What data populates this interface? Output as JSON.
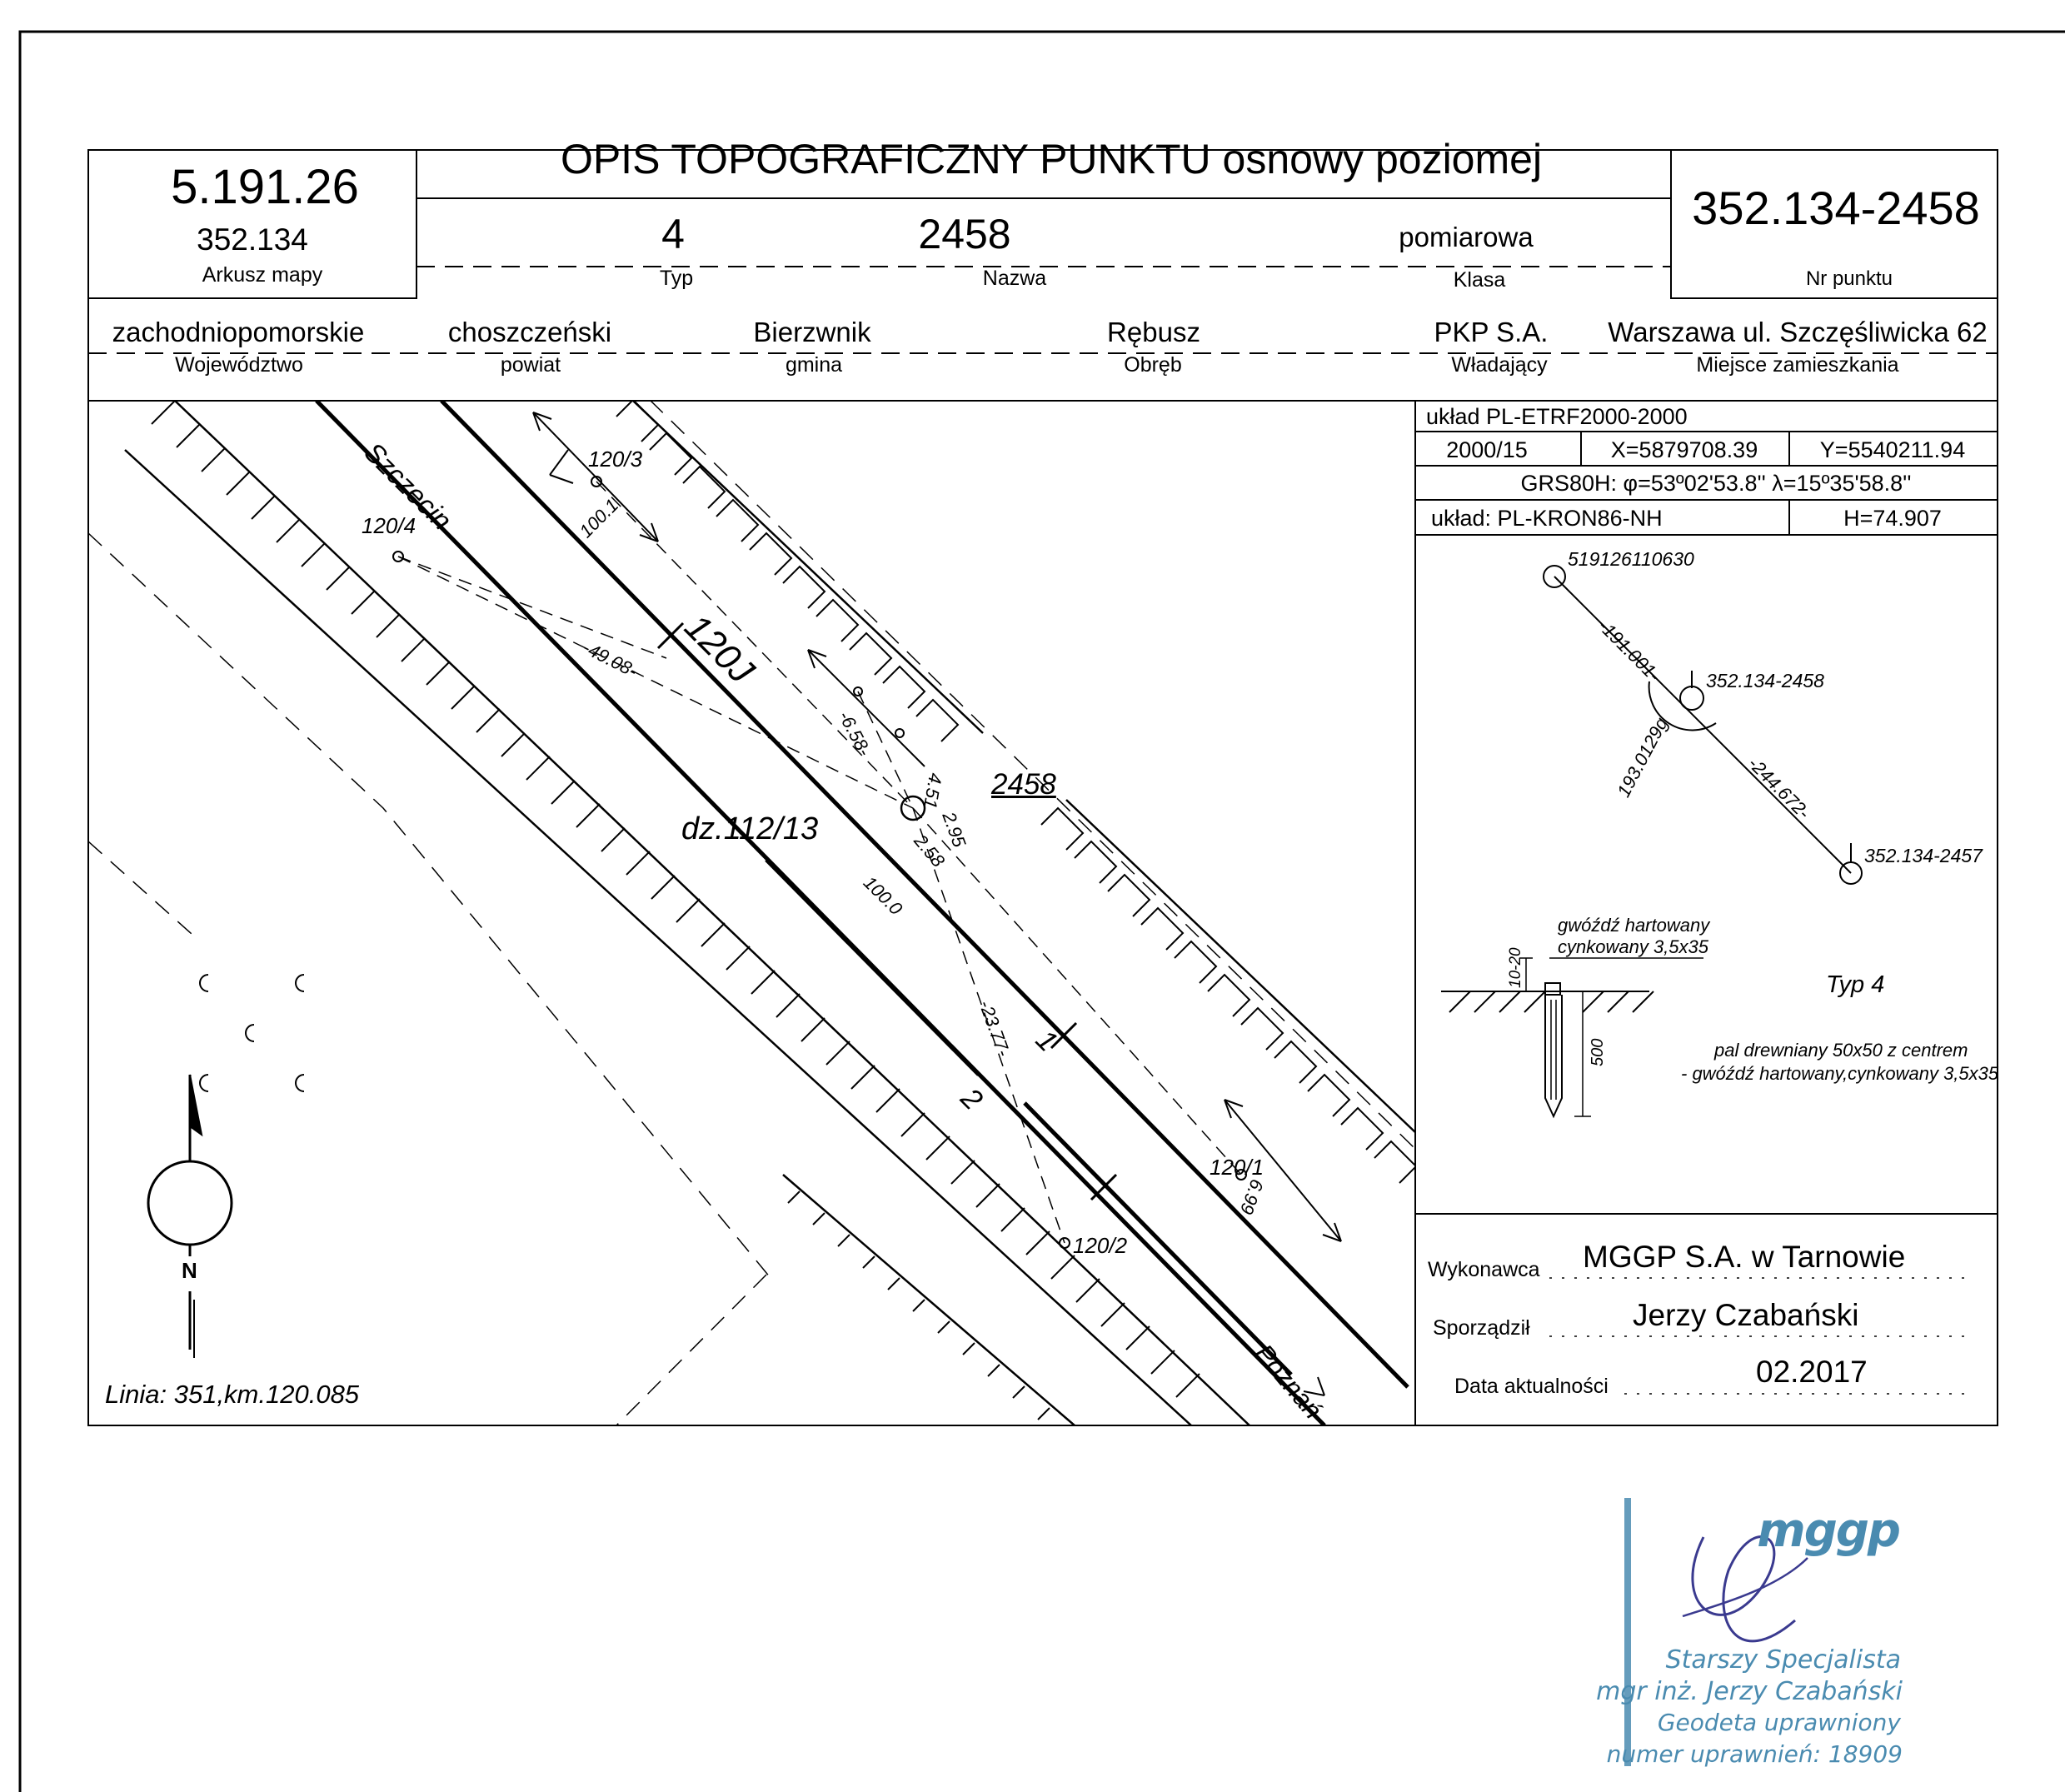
{
  "header": {
    "title": "OPIS TOPOGRAFICZNY PUNKTU osnowy poziomej",
    "sheet_code": "5.191.26",
    "sheet_sub": "352.134",
    "sheet_label": "Arkusz mapy",
    "point_number": "352.134-2458",
    "point_number_label": "Nr punktu",
    "type_value": "4",
    "type_label": "Typ",
    "name_value": "2458",
    "name_label": "Nazwa",
    "class_value": "pomiarowa",
    "class_label": "Klasa"
  },
  "location": {
    "voivodeship": "zachodniopomorskie",
    "voivodeship_label": "Województwo",
    "county": "choszczeński",
    "county_label": "powiat",
    "commune": "Bierzwnik",
    "commune_label": "gmina",
    "precinct": "Rębusz",
    "precinct_label": "Obręb",
    "owner": "PKP S.A.",
    "owner_label": "Władający",
    "residence": "Warszawa ul. Szczęśliwicka 62",
    "residence_label": "Miejsce zamieszkania"
  },
  "coordinates": {
    "system": "układ PL-ETRF2000-2000",
    "zone": "2000/15",
    "x": "X=5879708.39",
    "y": "Y=5540211.94",
    "grs": "GRS80H: φ=53º02'53.8'' λ=15º35'58.8''",
    "height_system": "układ: PL-KRON86-NH",
    "h": "H=74.907"
  },
  "sketch": {
    "line_label": "Linia: 351,km.120.085",
    "town_szczecin": "Szczecin",
    "town_poznan": "Poznań",
    "track_label": "120J",
    "parcel_label": "dz.112/13",
    "point_label": "2458",
    "track_1": "1",
    "track_2": "2",
    "north": "N",
    "p_120_3": "120/3",
    "p_120_4": "120/4",
    "p_120_1": "120/1",
    "p_120_2": "120/2",
    "d_1001": "100.1",
    "d_4908": "-49.08-",
    "d_658": "-6.58-",
    "d_451": "4.51",
    "d_295": "2.95",
    "d_258": "2.58",
    "d_1000": "100.0",
    "d_2377": "-23.77-",
    "d_699": "6.99"
  },
  "diagram": {
    "p_top": "519126110630",
    "p_center": "352.134-2458",
    "p_bottom": "352.134-2457",
    "d_top": "-191.001-",
    "d_bottom": "-244.672-",
    "angle": "193.0129g"
  },
  "marker": {
    "nail_desc_1": "gwóźdź hartowany",
    "nail_desc_2": "cynkowany 3,5x35",
    "depth_top": "10-20",
    "depth": "500",
    "type_label": "Typ 4",
    "post_desc_1": "pal drewniany 50x50 z centrem",
    "post_desc_2": "- gwóźdź hartowany,cynkowany 3,5x35"
  },
  "footer": {
    "contractor_label": "Wykonawca",
    "contractor": "MGGP S.A.  w Tarnowie",
    "prepared_label": "Sporządził",
    "prepared_by": "Jerzy Czabański",
    "date_label": "Data aktualności",
    "date": "02.2017"
  },
  "stamp": {
    "logo": "mggp",
    "line1": "Starszy Specjalista",
    "line2": "mgr inż. Jerzy Czabański",
    "line3": "Geodeta uprawniony",
    "line4": "numer uprawnień: 18909",
    "color": "#4a8bb0"
  }
}
